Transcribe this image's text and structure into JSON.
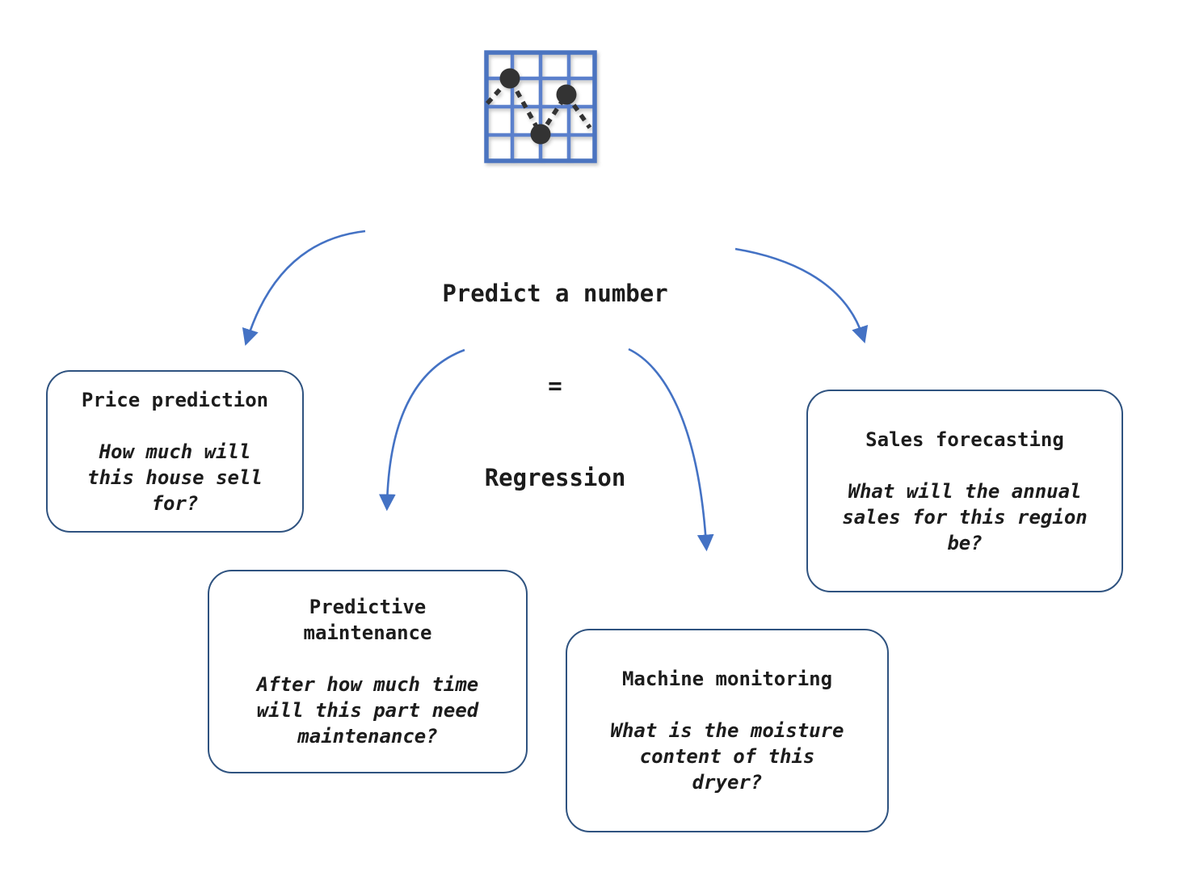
{
  "diagram": {
    "icon": {
      "name": "scatter-plot-grid-icon",
      "grid_color": "#4b74c0",
      "inner_grid_color": "#5b80cc",
      "marker_color": "#333333"
    },
    "title": {
      "lines": [
        "Predict a number",
        "=",
        "Regression"
      ]
    },
    "nodes": [
      {
        "id": "price-prediction",
        "title": "Price prediction",
        "question": "How much will this house sell for?"
      },
      {
        "id": "predictive-maintenance",
        "title": "Predictive maintenance",
        "question": "After how much time will this part need maintenance?"
      },
      {
        "id": "machine-monitoring",
        "title": "Machine monitoring",
        "question": "What is the moisture content of this dryer?"
      },
      {
        "id": "sales-forecasting",
        "title": "Sales forecasting",
        "question": "What will the annual sales for this region be?"
      }
    ],
    "arrows": [
      {
        "from": "regression-title",
        "to": "price-prediction"
      },
      {
        "from": "regression-title",
        "to": "predictive-maintenance"
      },
      {
        "from": "regression-title",
        "to": "machine-monitoring"
      },
      {
        "from": "regression-title",
        "to": "sales-forecasting"
      }
    ],
    "colors": {
      "arrow": "#4472C4",
      "node_border": "#2F5380",
      "text": "#1C1C1C"
    }
  }
}
